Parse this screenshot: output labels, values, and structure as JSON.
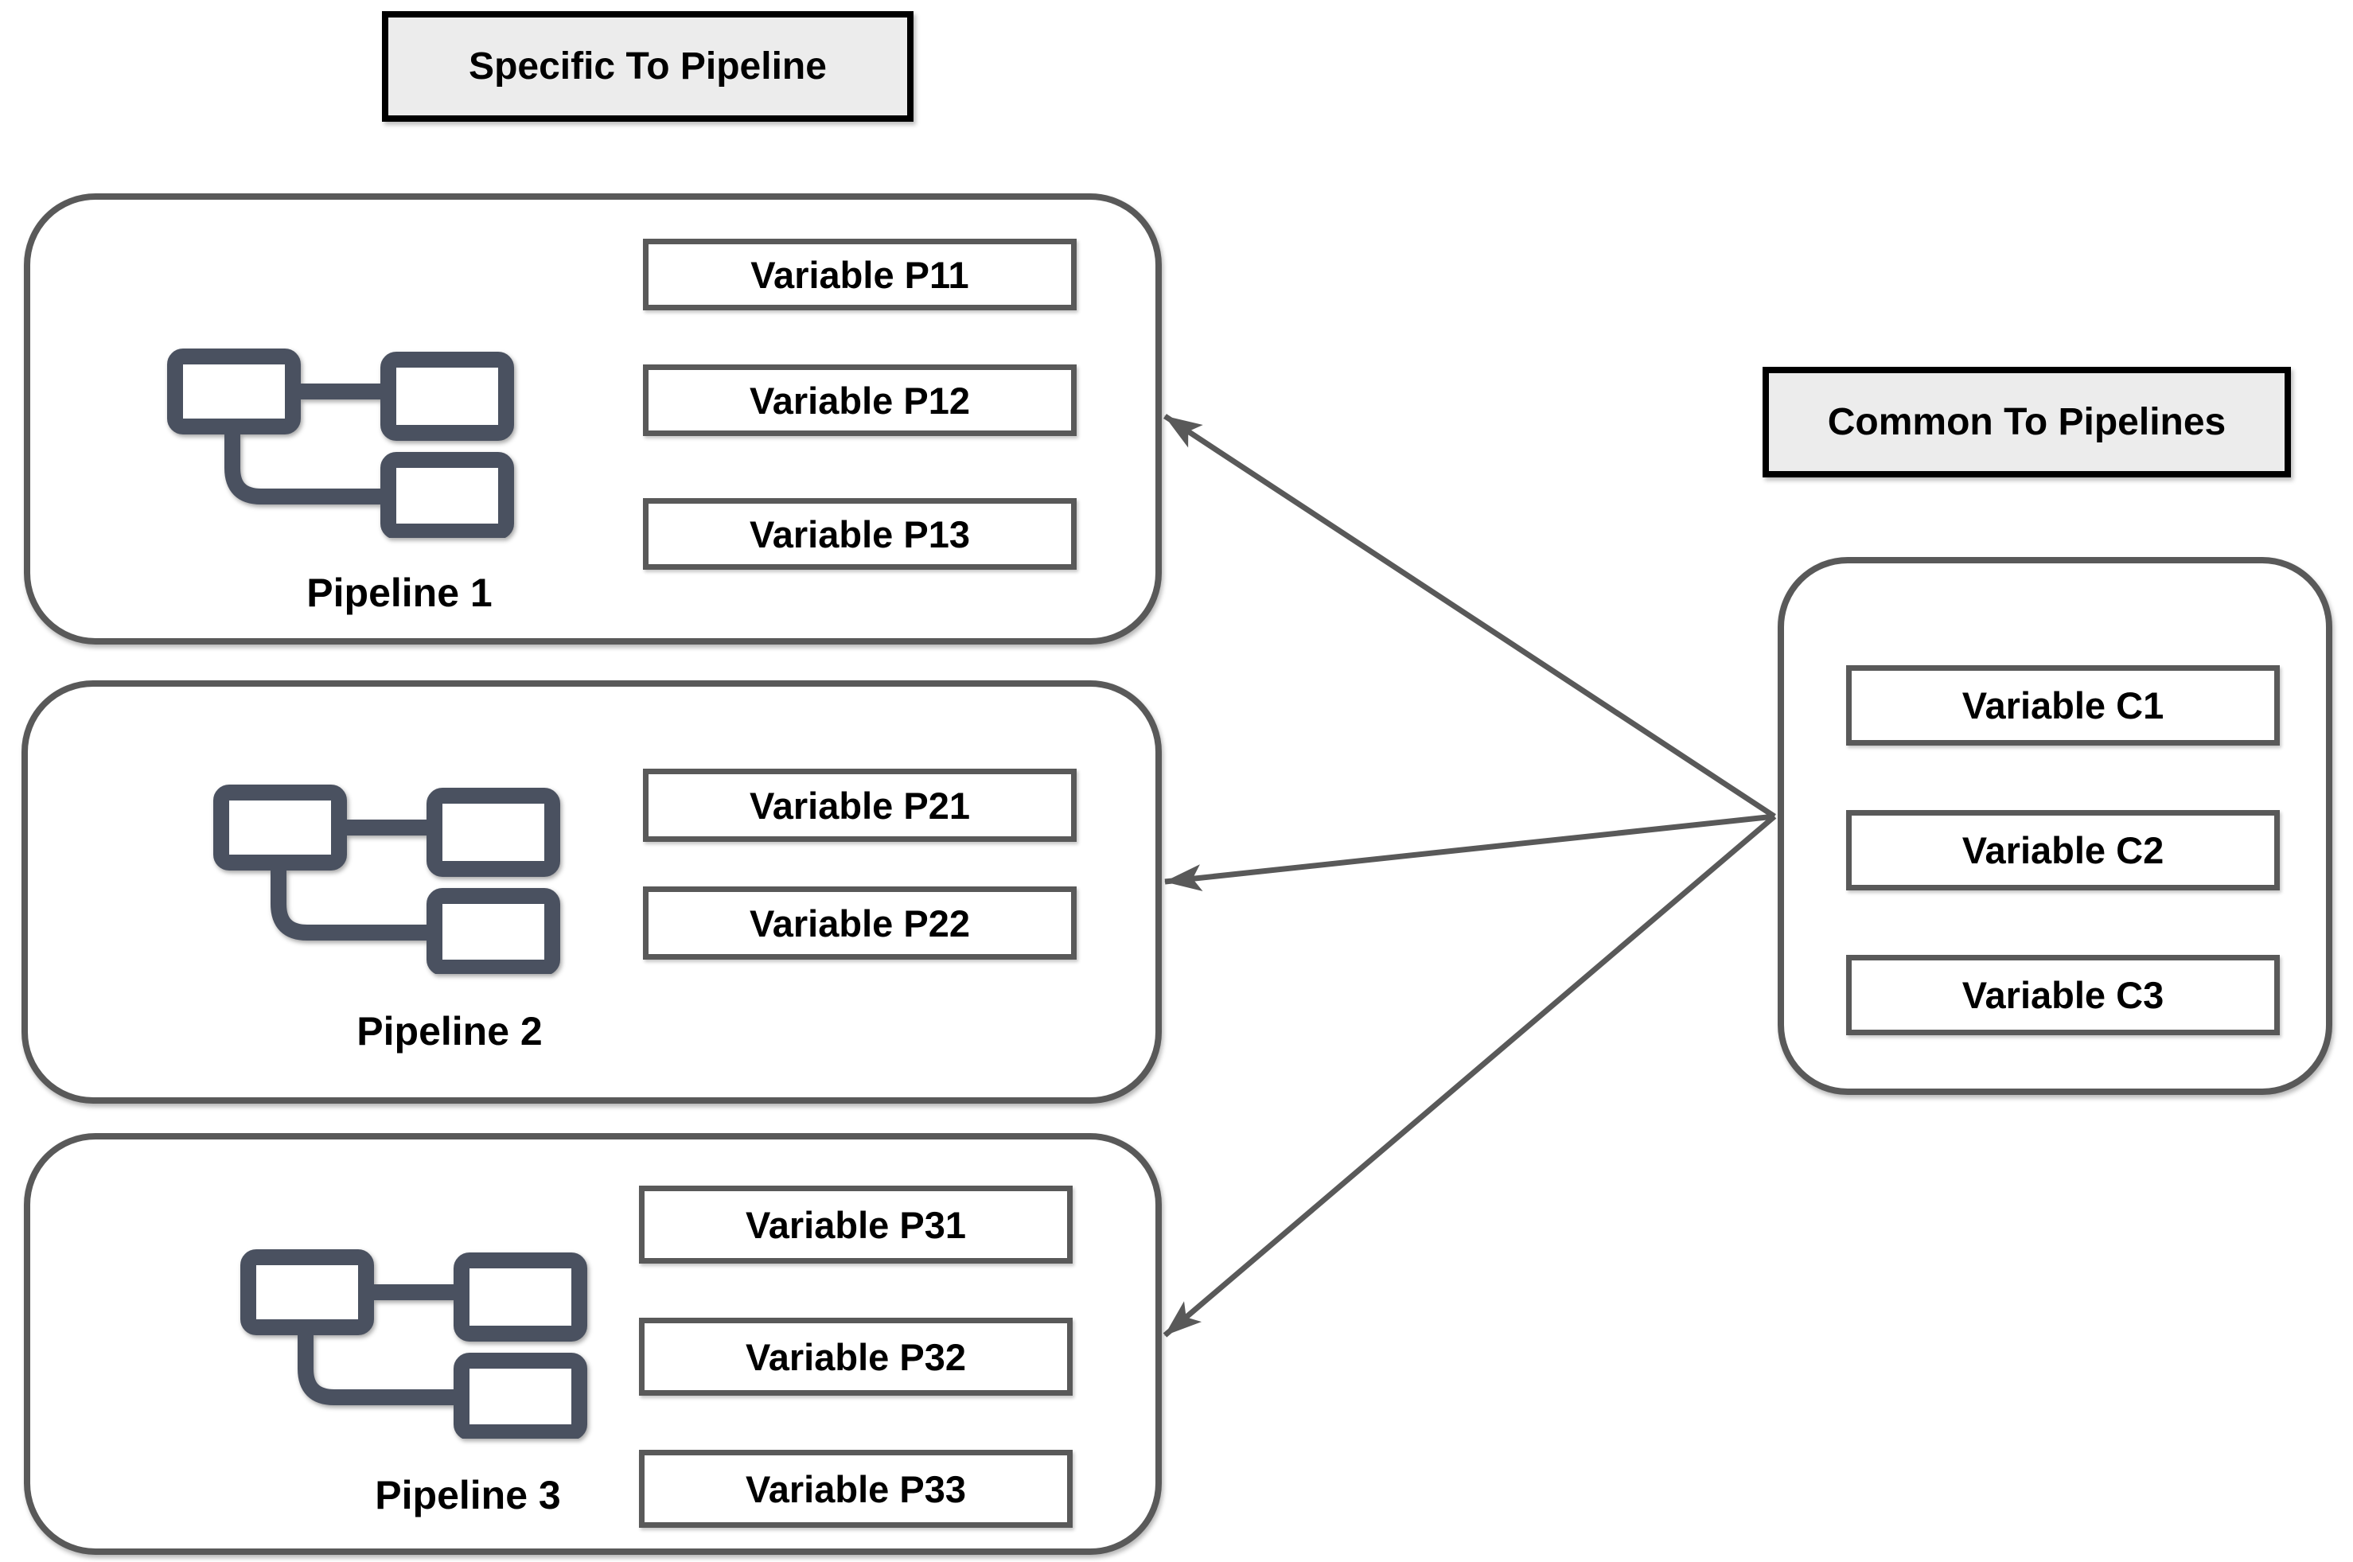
{
  "headers": {
    "specific": "Specific To Pipeline",
    "common": "Common To Pipelines"
  },
  "pipelines": [
    {
      "label": "Pipeline 1",
      "variables": [
        "Variable P11",
        "Variable P12",
        "Variable P13"
      ]
    },
    {
      "label": "Pipeline 2",
      "variables": [
        "Variable P21",
        "Variable P22"
      ]
    },
    {
      "label": "Pipeline 3",
      "variables": [
        "Variable P31",
        "Variable P32",
        "Variable P33"
      ]
    }
  ],
  "common": {
    "variables": [
      "Variable C1",
      "Variable C2",
      "Variable C3"
    ]
  },
  "icons": {
    "pipeline_icon": "flowchart-icon"
  },
  "colors": {
    "box_border": "#595959",
    "arrow": "#595959",
    "icon": "#4a5160",
    "header_bg": "#ececec",
    "header_border": "#000000",
    "text": "#000000",
    "background": "#ffffff"
  }
}
